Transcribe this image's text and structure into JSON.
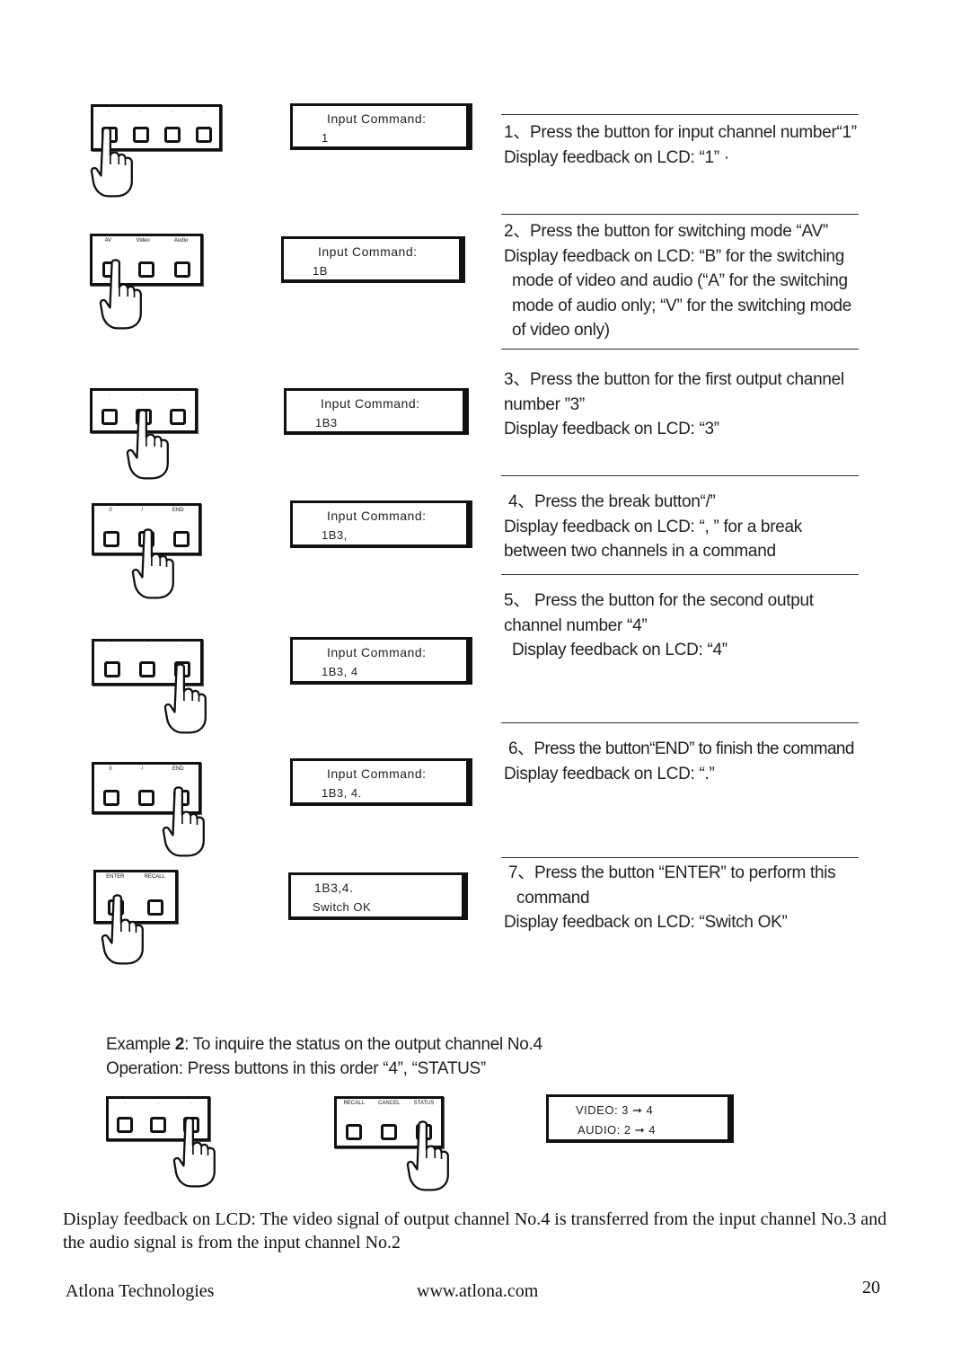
{
  "steps": [
    {
      "text": "1、Press the button for input channel number“1”",
      "lines": [
        "Display  feedback  on  LCD:  “1”  ·"
      ]
    },
    {
      "text": "2、Press the button for switching mode “AV”",
      "lines": [
        "Display feedback on LCD: “B” for the switching",
        "mode of video and audio (“A” for the switching",
        "mode of audio only; “V” for the switching mode",
        "of video only)"
      ]
    },
    {
      "text": "3、Press the button for the first output channel",
      "lines": [
        "number ”3”",
        "Display feedback on LCD: “3”"
      ]
    },
    {
      "text": "4、Press the break button“/”",
      "lines": [
        "Display  feedback  on  LCD:  “,  ”  for  a  break",
        "between two channels in a command"
      ]
    },
    {
      "text": "5、 Press  the  button  for  the  second  output",
      "lines": [
        "channel number “4”",
        "Display  feedback  on  LCD:  “4”"
      ]
    },
    {
      "text": "6、Press the button“END” to finish the command",
      "lines": [
        "Display  feedback  on  LCD:  “.”"
      ]
    },
    {
      "text": "7、Press  the  button  “ENTER”  to  perform  this",
      "lines": [
        "command",
        "Display  feedback  on  LCD:  “Switch  OK”"
      ]
    }
  ],
  "lcds": [
    {
      "line1": "Input Command:",
      "line2": "1"
    },
    {
      "line1": "Input Command:",
      "line2": "1B"
    },
    {
      "line1": "Input Command:",
      "line2": "1B3"
    },
    {
      "line1": "Input Command:",
      "line2": "1B3,"
    },
    {
      "line1": "Input Command:",
      "line2": "1B3, 4"
    },
    {
      "line1": "Input Command:",
      "line2": "1B3, 4."
    },
    {
      "line1": "1B3,4.",
      "line2": "Switch OK"
    },
    {
      "line1": "VIDEO:  3 ➞ 4",
      "line2": "AUDIO:   2 ➞ 4"
    }
  ],
  "keypads": [
    {
      "labels": [
        "·",
        "·",
        "·",
        "·"
      ],
      "keys": 4
    },
    {
      "labels": [
        "AV",
        "Video",
        "Audio"
      ],
      "keys": 3
    },
    {
      "labels": [
        "·",
        "·",
        "·"
      ],
      "keys": 3
    },
    {
      "labels": [
        "0",
        "/",
        "END"
      ],
      "keys": 3
    },
    {
      "labels": [
        "·",
        "·",
        "·"
      ],
      "keys": 3
    },
    {
      "labels": [
        "0",
        "/",
        "END"
      ],
      "keys": 3
    },
    {
      "labels": [
        "ENTER",
        "RECALL"
      ],
      "keys": 2
    },
    {
      "labels": [
        "·",
        "·",
        "·"
      ],
      "keys": 3
    },
    {
      "labels": [
        "RECALL",
        "CANCEL",
        "STATUS"
      ],
      "keys": 3
    }
  ],
  "example": {
    "prefix": "Example ",
    "number": "2",
    "title_rest": ": To inquire the status on the output channel No.4",
    "operation": "Operation: Press buttons in this order “4”, “STATUS”"
  },
  "body_text": "Display feedback on LCD: The video signal of output channel No.4 is transferred from the input channel No.3 and the audio signal is from the input channel No.2",
  "footer": {
    "company": "Atlona Technologies",
    "website": "www.atlona.com",
    "page": "20"
  },
  "icons": [
    "pointing-hand-icon"
  ]
}
